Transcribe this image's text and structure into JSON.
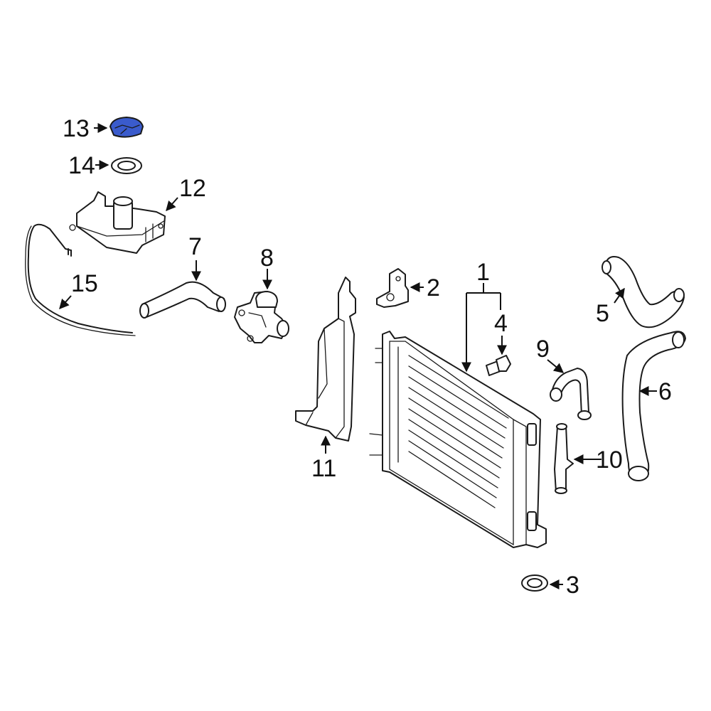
{
  "diagram": {
    "highlight_color": "#3a5bcc",
    "callouts": [
      {
        "id": "c1",
        "label": "1"
      },
      {
        "id": "c2",
        "label": "2"
      },
      {
        "id": "c3",
        "label": "3"
      },
      {
        "id": "c4",
        "label": "4"
      },
      {
        "id": "c5",
        "label": "5"
      },
      {
        "id": "c6",
        "label": "6"
      },
      {
        "id": "c7",
        "label": "7"
      },
      {
        "id": "c8",
        "label": "8"
      },
      {
        "id": "c9",
        "label": "9"
      },
      {
        "id": "c10",
        "label": "10"
      },
      {
        "id": "c11",
        "label": "11"
      },
      {
        "id": "c12",
        "label": "12"
      },
      {
        "id": "c13",
        "label": "13"
      },
      {
        "id": "c14",
        "label": "14"
      },
      {
        "id": "c15",
        "label": "15"
      }
    ]
  }
}
